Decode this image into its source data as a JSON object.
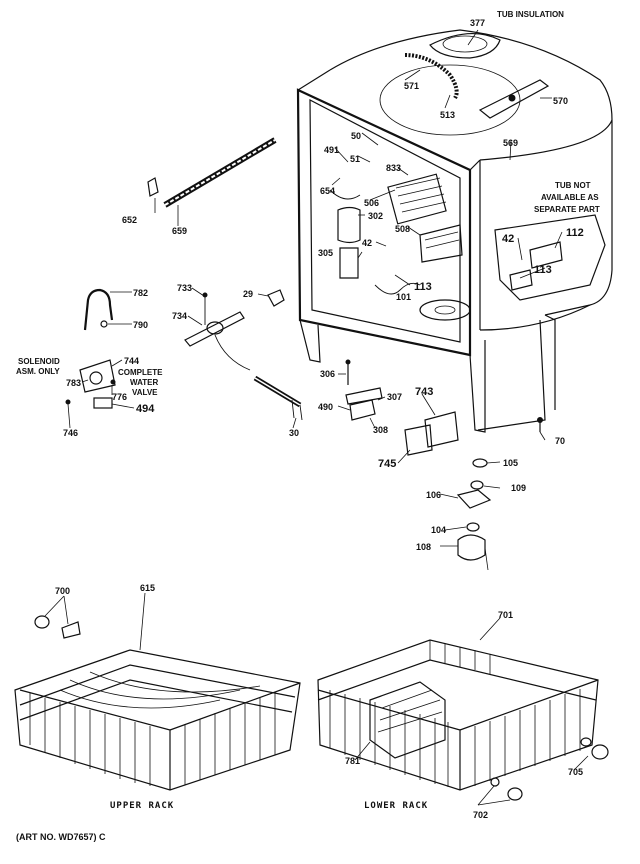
{
  "diagram": {
    "title_labels": {
      "tub_insulation": "TUB INSULATION",
      "tub_not_available": [
        "TUB NOT",
        "AVAILABLE AS",
        "SEPARATE PART"
      ],
      "solenoid": [
        "SOLENOID",
        "ASM. ONLY"
      ],
      "complete_valve": [
        "COMPLETE",
        "WATER",
        "VALVE"
      ]
    },
    "captions": {
      "upper_rack": "UPPER RACK",
      "lower_rack": "LOWER RACK",
      "art_no": "(ART NO. WD7657) C"
    },
    "parts": {
      "p377": "377",
      "p571": "571",
      "p513": "513",
      "p570": "570",
      "p50": "50",
      "p491": "491",
      "p51": "51",
      "p833": "833",
      "p569": "569",
      "p654": "654",
      "p506": "506",
      "p302": "302",
      "p508": "508",
      "p42a": "42",
      "p305": "305",
      "p42b": "42",
      "p112": "112",
      "p113a": "113",
      "p113b": "113",
      "p101": "101",
      "p652": "652",
      "p659": "659",
      "p782": "782",
      "p790": "790",
      "p733": "733",
      "p29": "29",
      "p734": "734",
      "p744": "744",
      "p783": "783",
      "p776": "776",
      "p494": "494",
      "p746": "746",
      "p306": "306",
      "p307": "307",
      "p743": "743",
      "p490": "490",
      "p308": "308",
      "p30": "30",
      "p745": "745",
      "p70": "70",
      "p105": "105",
      "p109": "109",
      "p106": "106",
      "p104": "104",
      "p108": "108",
      "p700": "700",
      "p615": "615",
      "p701": "701",
      "p781": "781",
      "p705": "705",
      "p702": "702"
    }
  }
}
